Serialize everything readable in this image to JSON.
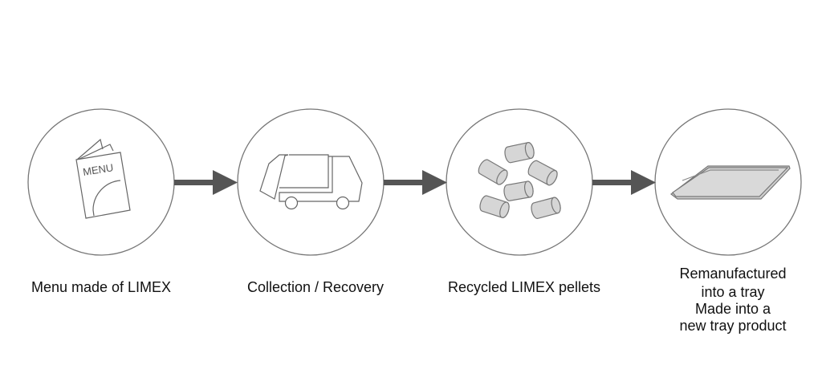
{
  "colors": {
    "circle_stroke": "#777777",
    "arrow": "#555555",
    "icon_stroke": "#666666",
    "icon_fill": "#d6d6d6"
  },
  "steps": [
    {
      "icon": "menu-booklet-icon",
      "icon_text": "MENU",
      "label_lines": [
        "Menu made of LIMEX"
      ]
    },
    {
      "icon": "garbage-truck-icon",
      "label_lines": [
        "Collection / Recovery"
      ]
    },
    {
      "icon": "pellets-icon",
      "label_lines": [
        "Recycled LIMEX pellets"
      ]
    },
    {
      "icon": "tray-icon",
      "label_lines": [
        "Remanufactured",
        "into a tray",
        "Made into a",
        "new tray product"
      ]
    }
  ]
}
